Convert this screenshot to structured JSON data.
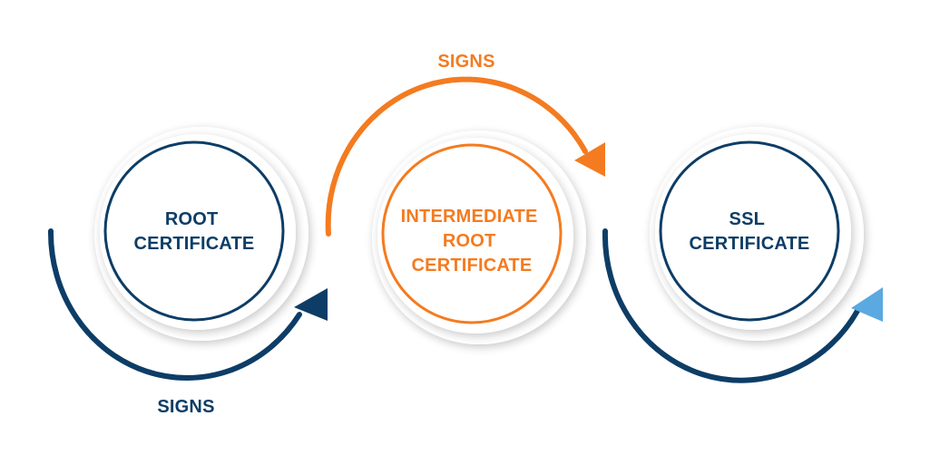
{
  "colors": {
    "navy": "#0d3d66",
    "orange": "#f47b20",
    "light_blue": "#5aa9e0",
    "ring_shadow": "#e6e6e6"
  },
  "nodes": [
    {
      "id": "root",
      "lines": [
        "ROOT",
        "CERTIFICATE"
      ],
      "color": "navy"
    },
    {
      "id": "intermediate",
      "lines": [
        "INTERMEDIATE",
        "ROOT",
        "CERTIFICATE"
      ],
      "color": "orange"
    },
    {
      "id": "ssl",
      "lines": [
        "SSL",
        "CERTIFICATE"
      ],
      "color": "navy"
    }
  ],
  "edges": [
    {
      "from": "root",
      "to": "intermediate",
      "label": "SIGNS",
      "color": "navy"
    },
    {
      "from": "intermediate",
      "to": "ssl",
      "label": "SIGNS",
      "color": "orange"
    }
  ]
}
